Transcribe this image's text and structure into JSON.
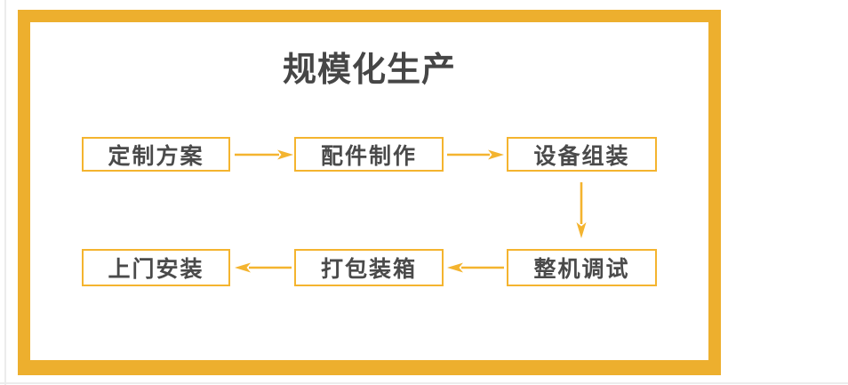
{
  "title": "规模化生产",
  "colors": {
    "frame": "#EDAF2E",
    "accent": "#F4B42F",
    "text": "#4A4A4A",
    "background": "#FFFFFF"
  },
  "flow": {
    "nodes": [
      {
        "id": "step-1",
        "label": "定制方案"
      },
      {
        "id": "step-2",
        "label": "配件制作"
      },
      {
        "id": "step-3",
        "label": "设备组装"
      },
      {
        "id": "step-4",
        "label": "整机调试"
      },
      {
        "id": "step-5",
        "label": "打包装箱"
      },
      {
        "id": "step-6",
        "label": "上门安装"
      }
    ],
    "edges": [
      {
        "from": "定制方案",
        "to": "配件制作",
        "direction": "right"
      },
      {
        "from": "配件制作",
        "to": "设备组装",
        "direction": "right"
      },
      {
        "from": "设备组装",
        "to": "整机调试",
        "direction": "down"
      },
      {
        "from": "整机调试",
        "to": "打包装箱",
        "direction": "left"
      },
      {
        "from": "打包装箱",
        "to": "上门安装",
        "direction": "left"
      }
    ]
  }
}
